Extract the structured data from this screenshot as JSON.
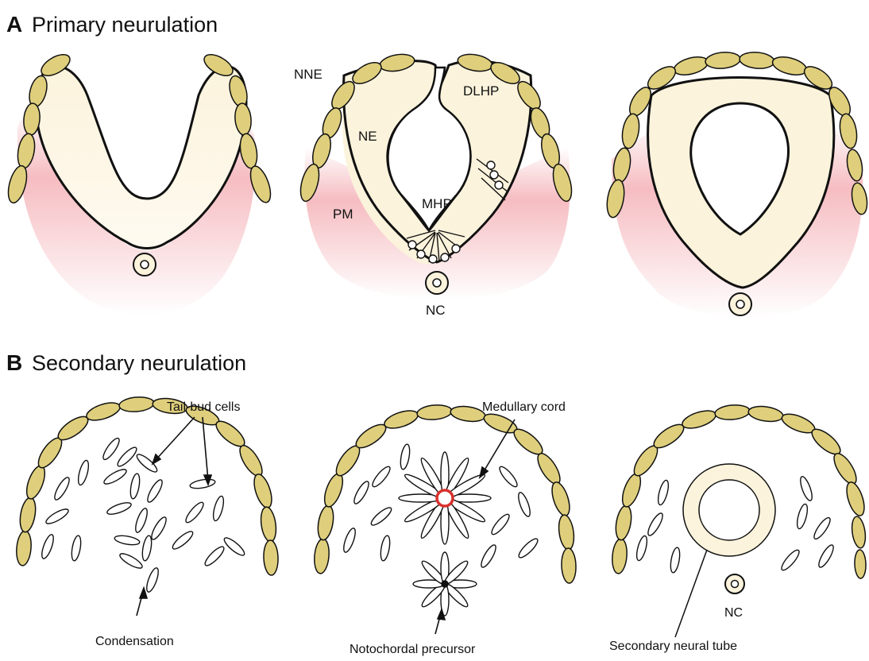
{
  "panel_a": {
    "letter": "A",
    "title": "Primary neurulation",
    "labels": {
      "nne": "NNE",
      "dlhp": "DLHP",
      "ne": "NE",
      "mhp": "MHP",
      "pm": "PM",
      "nc": "NC"
    }
  },
  "panel_b": {
    "letter": "B",
    "title": "Secondary neurulation",
    "labels": {
      "tail_bud": "Tail-bud cells",
      "condensation": "Condensation",
      "medullary": "Medullary cord",
      "notochordal": "Notochordal precursor",
      "secondary_tube": "Secondary neural tube",
      "nc": "NC"
    }
  },
  "colors": {
    "epidermis": "#dfcf7c",
    "neural_plate": "#fbf3dc",
    "mesoderm": "#f5b9be",
    "lumen_highlight": "#d9302b",
    "outline": "#111111"
  }
}
